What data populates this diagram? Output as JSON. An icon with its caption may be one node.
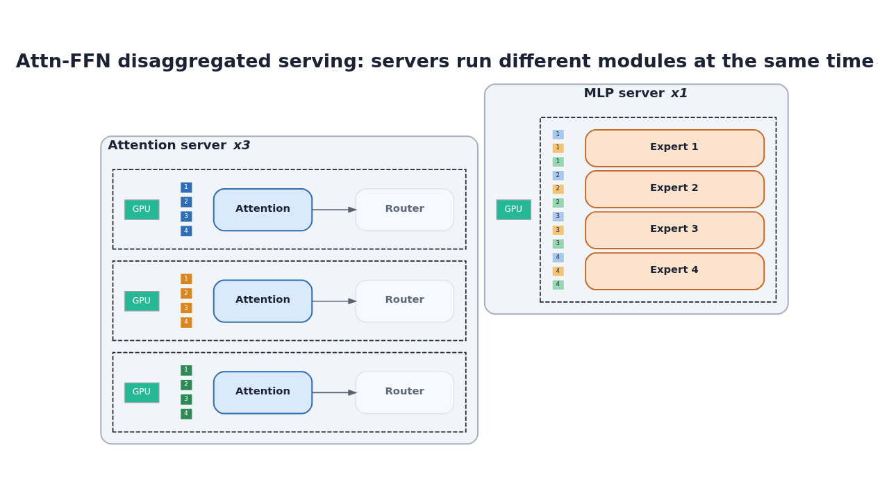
{
  "diagram": {
    "title": "Attn-FFN disaggregated serving: servers run different modules at the same time",
    "nodes": [
      {
        "text": [
          "Attention server *x3*"
        ]
      },
      {
        "text": [],
        "shape": "box",
        "in": 0
      },
      {
        "text": [
          "GPU"
        ],
        "in": 1
      },
      {
        "text": [
          "1"
        ],
        "in": 1
      },
      {
        "text": [
          "2"
        ],
        "in": 1
      },
      {
        "text": [
          "3"
        ],
        "in": 1
      },
      {
        "text": [
          "4"
        ],
        "in": 1
      },
      {
        "text": [
          "Attention"
        ],
        "in": 1
      },
      {
        "text": [
          "Router"
        ],
        "in": 1
      },
      {
        "text": [],
        "shape": "box",
        "in": 0
      },
      {
        "text": [
          "GPU"
        ],
        "in": 9
      },
      {
        "text": [
          "1"
        ],
        "in": 9
      },
      {
        "text": [
          "2"
        ],
        "in": 9
      },
      {
        "text": [
          "3"
        ],
        "in": 9
      },
      {
        "text": [
          "4"
        ],
        "in": 9
      },
      {
        "text": [
          "Attention"
        ],
        "in": 9
      },
      {
        "text": [
          "Router"
        ],
        "in": 9
      },
      {
        "text": [],
        "shape": "box",
        "in": 0
      },
      {
        "text": [
          "GPU"
        ],
        "in": 17
      },
      {
        "text": [
          "1"
        ],
        "in": 17
      },
      {
        "text": [
          "2"
        ],
        "in": 17
      },
      {
        "text": [
          "3"
        ],
        "in": 17
      },
      {
        "text": [
          "4"
        ],
        "in": 17
      },
      {
        "text": [
          "Attention"
        ],
        "in": 17
      },
      {
        "text": [
          "Router"
        ],
        "in": 17
      },
      {
        "text": [
          "MLP server *x1*"
        ]
      },
      {
        "text": [
          "GPU"
        ],
        "in": 25
      },
      {
        "text": [],
        "shape": "box",
        "in": 25
      },
      {
        "text": [
          "1"
        ],
        "in": 27
      },
      {
        "text": [
          "1"
        ],
        "in": 27
      },
      {
        "text": [
          "1"
        ],
        "in": 27
      },
      {
        "text": [
          "Expert 1"
        ],
        "in": 27
      },
      {
        "text": [
          "2"
        ],
        "in": 27
      },
      {
        "text": [
          "2"
        ],
        "in": 27
      },
      {
        "text": [
          "2"
        ],
        "in": 27
      },
      {
        "text": [
          "Expert 2"
        ],
        "in": 27
      },
      {
        "text": [
          "3"
        ],
        "in": 27
      },
      {
        "text": [
          "3"
        ],
        "in": 27
      },
      {
        "text": [
          "3"
        ],
        "in": 27
      },
      {
        "text": [
          "Expert 3"
        ],
        "in": 27
      },
      {
        "text": [
          "4"
        ],
        "in": 27
      },
      {
        "text": [
          "4"
        ],
        "in": 27
      },
      {
        "text": [
          "4"
        ],
        "in": 27
      },
      {
        "text": [
          "Expert 4"
        ],
        "in": 27
      }
    ],
    "edges": [
      {
        "from": 7,
        "to": 8,
        "arrow": "to"
      },
      {
        "from": 15,
        "to": 16,
        "arrow": "to"
      },
      {
        "from": 23,
        "to": 24,
        "arrow": "to"
      }
    ]
  }
}
